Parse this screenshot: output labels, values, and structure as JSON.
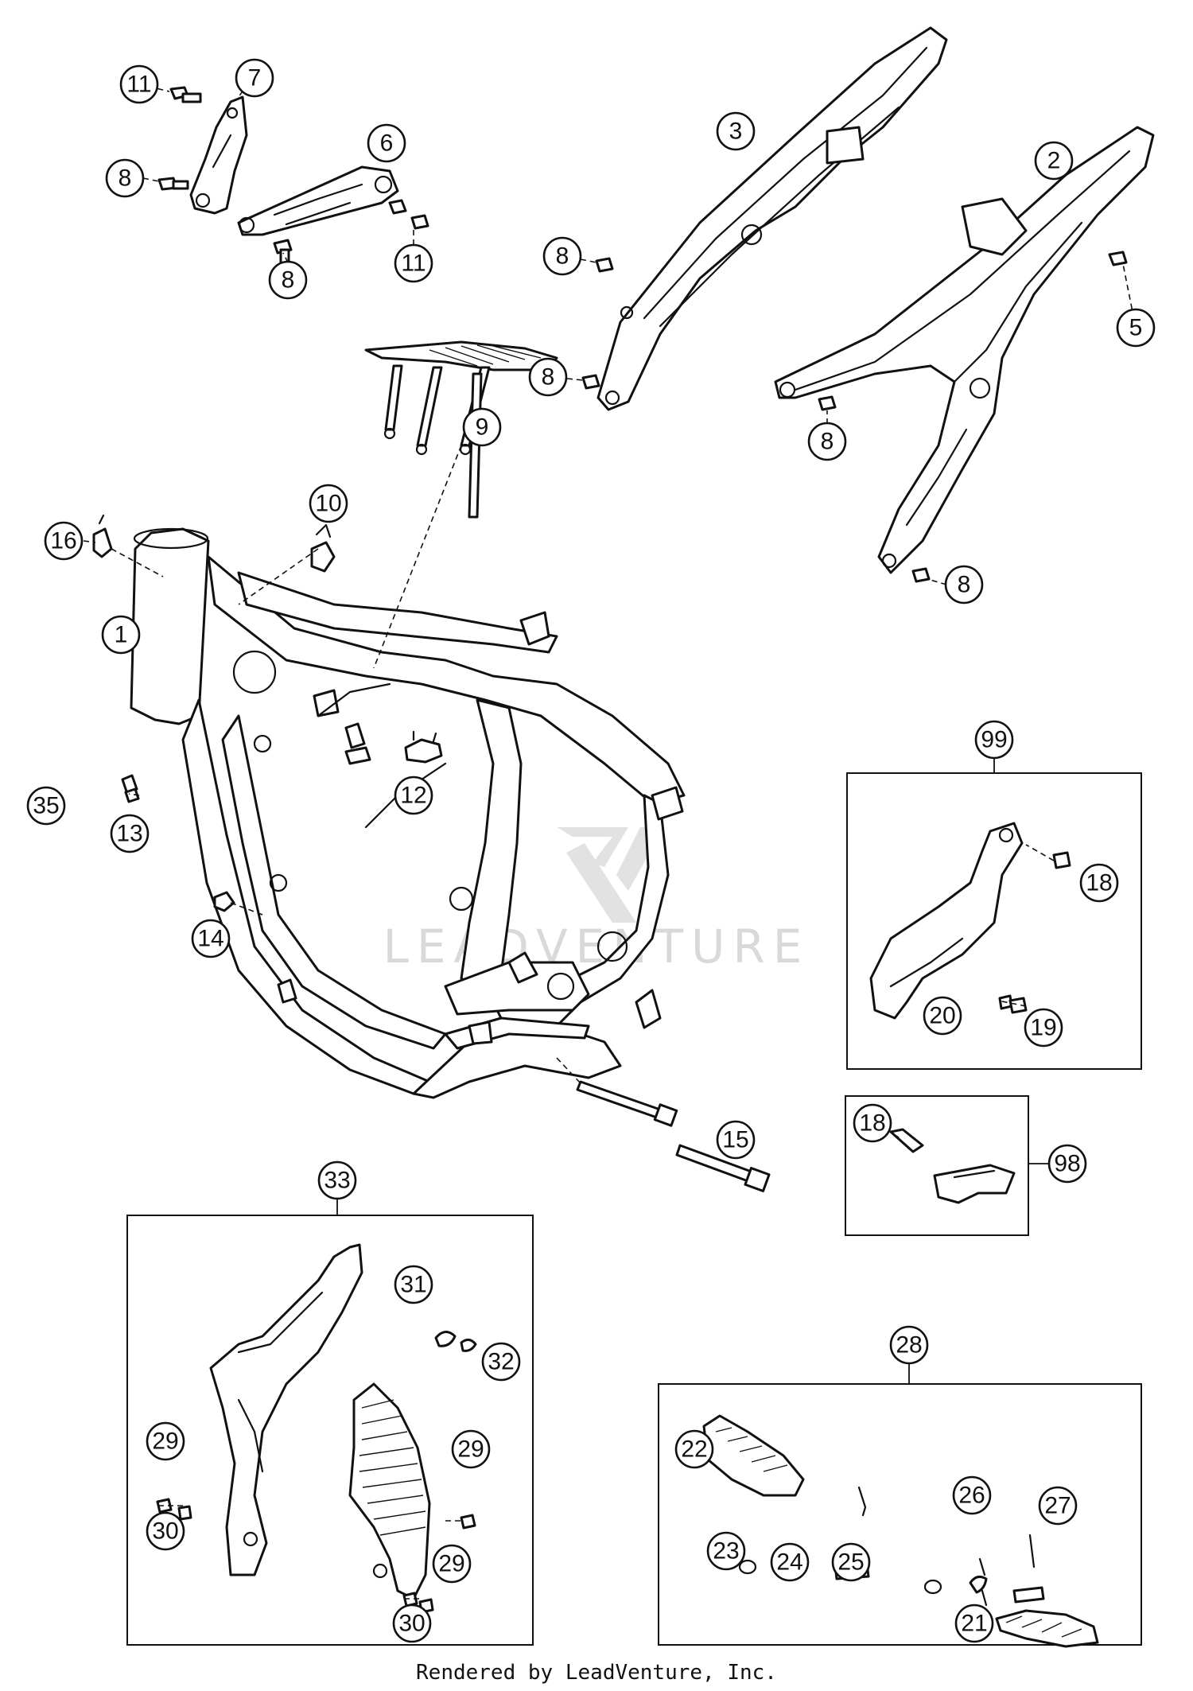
{
  "watermark_text": "LEADVENTURE",
  "footer_text": "Rendered by LeadVenture, Inc.",
  "callouts": [
    {
      "id": "c11a",
      "label": "11"
    },
    {
      "id": "c7",
      "label": "7"
    },
    {
      "id": "c6",
      "label": "6"
    },
    {
      "id": "c8a",
      "label": "8"
    },
    {
      "id": "c8b",
      "label": "8"
    },
    {
      "id": "c11b",
      "label": "11"
    },
    {
      "id": "c3",
      "label": "3"
    },
    {
      "id": "c2",
      "label": "2"
    },
    {
      "id": "c8c",
      "label": "8"
    },
    {
      "id": "c8d",
      "label": "8"
    },
    {
      "id": "c5",
      "label": "5"
    },
    {
      "id": "c8e",
      "label": "8"
    },
    {
      "id": "c8f",
      "label": "8"
    },
    {
      "id": "c9",
      "label": "9"
    },
    {
      "id": "c10",
      "label": "10"
    },
    {
      "id": "c16",
      "label": "16"
    },
    {
      "id": "c1",
      "label": "1"
    },
    {
      "id": "c12",
      "label": "12"
    },
    {
      "id": "c35",
      "label": "35"
    },
    {
      "id": "c13",
      "label": "13"
    },
    {
      "id": "c14",
      "label": "14"
    },
    {
      "id": "c15",
      "label": "15"
    },
    {
      "id": "c99",
      "label": "99"
    },
    {
      "id": "c18a",
      "label": "18"
    },
    {
      "id": "c20",
      "label": "20"
    },
    {
      "id": "c19",
      "label": "19"
    },
    {
      "id": "c18b",
      "label": "18"
    },
    {
      "id": "c98",
      "label": "98"
    },
    {
      "id": "c33",
      "label": "33"
    },
    {
      "id": "c31",
      "label": "31"
    },
    {
      "id": "c32",
      "label": "32"
    },
    {
      "id": "c29a",
      "label": "29"
    },
    {
      "id": "c29b",
      "label": "29"
    },
    {
      "id": "c30a",
      "label": "30"
    },
    {
      "id": "c29c",
      "label": "29"
    },
    {
      "id": "c30b",
      "label": "30"
    },
    {
      "id": "c28",
      "label": "28"
    },
    {
      "id": "c22",
      "label": "22"
    },
    {
      "id": "c26",
      "label": "26"
    },
    {
      "id": "c27",
      "label": "27"
    },
    {
      "id": "c23",
      "label": "23"
    },
    {
      "id": "c24",
      "label": "24"
    },
    {
      "id": "c25",
      "label": "25"
    },
    {
      "id": "c21",
      "label": "21"
    }
  ]
}
